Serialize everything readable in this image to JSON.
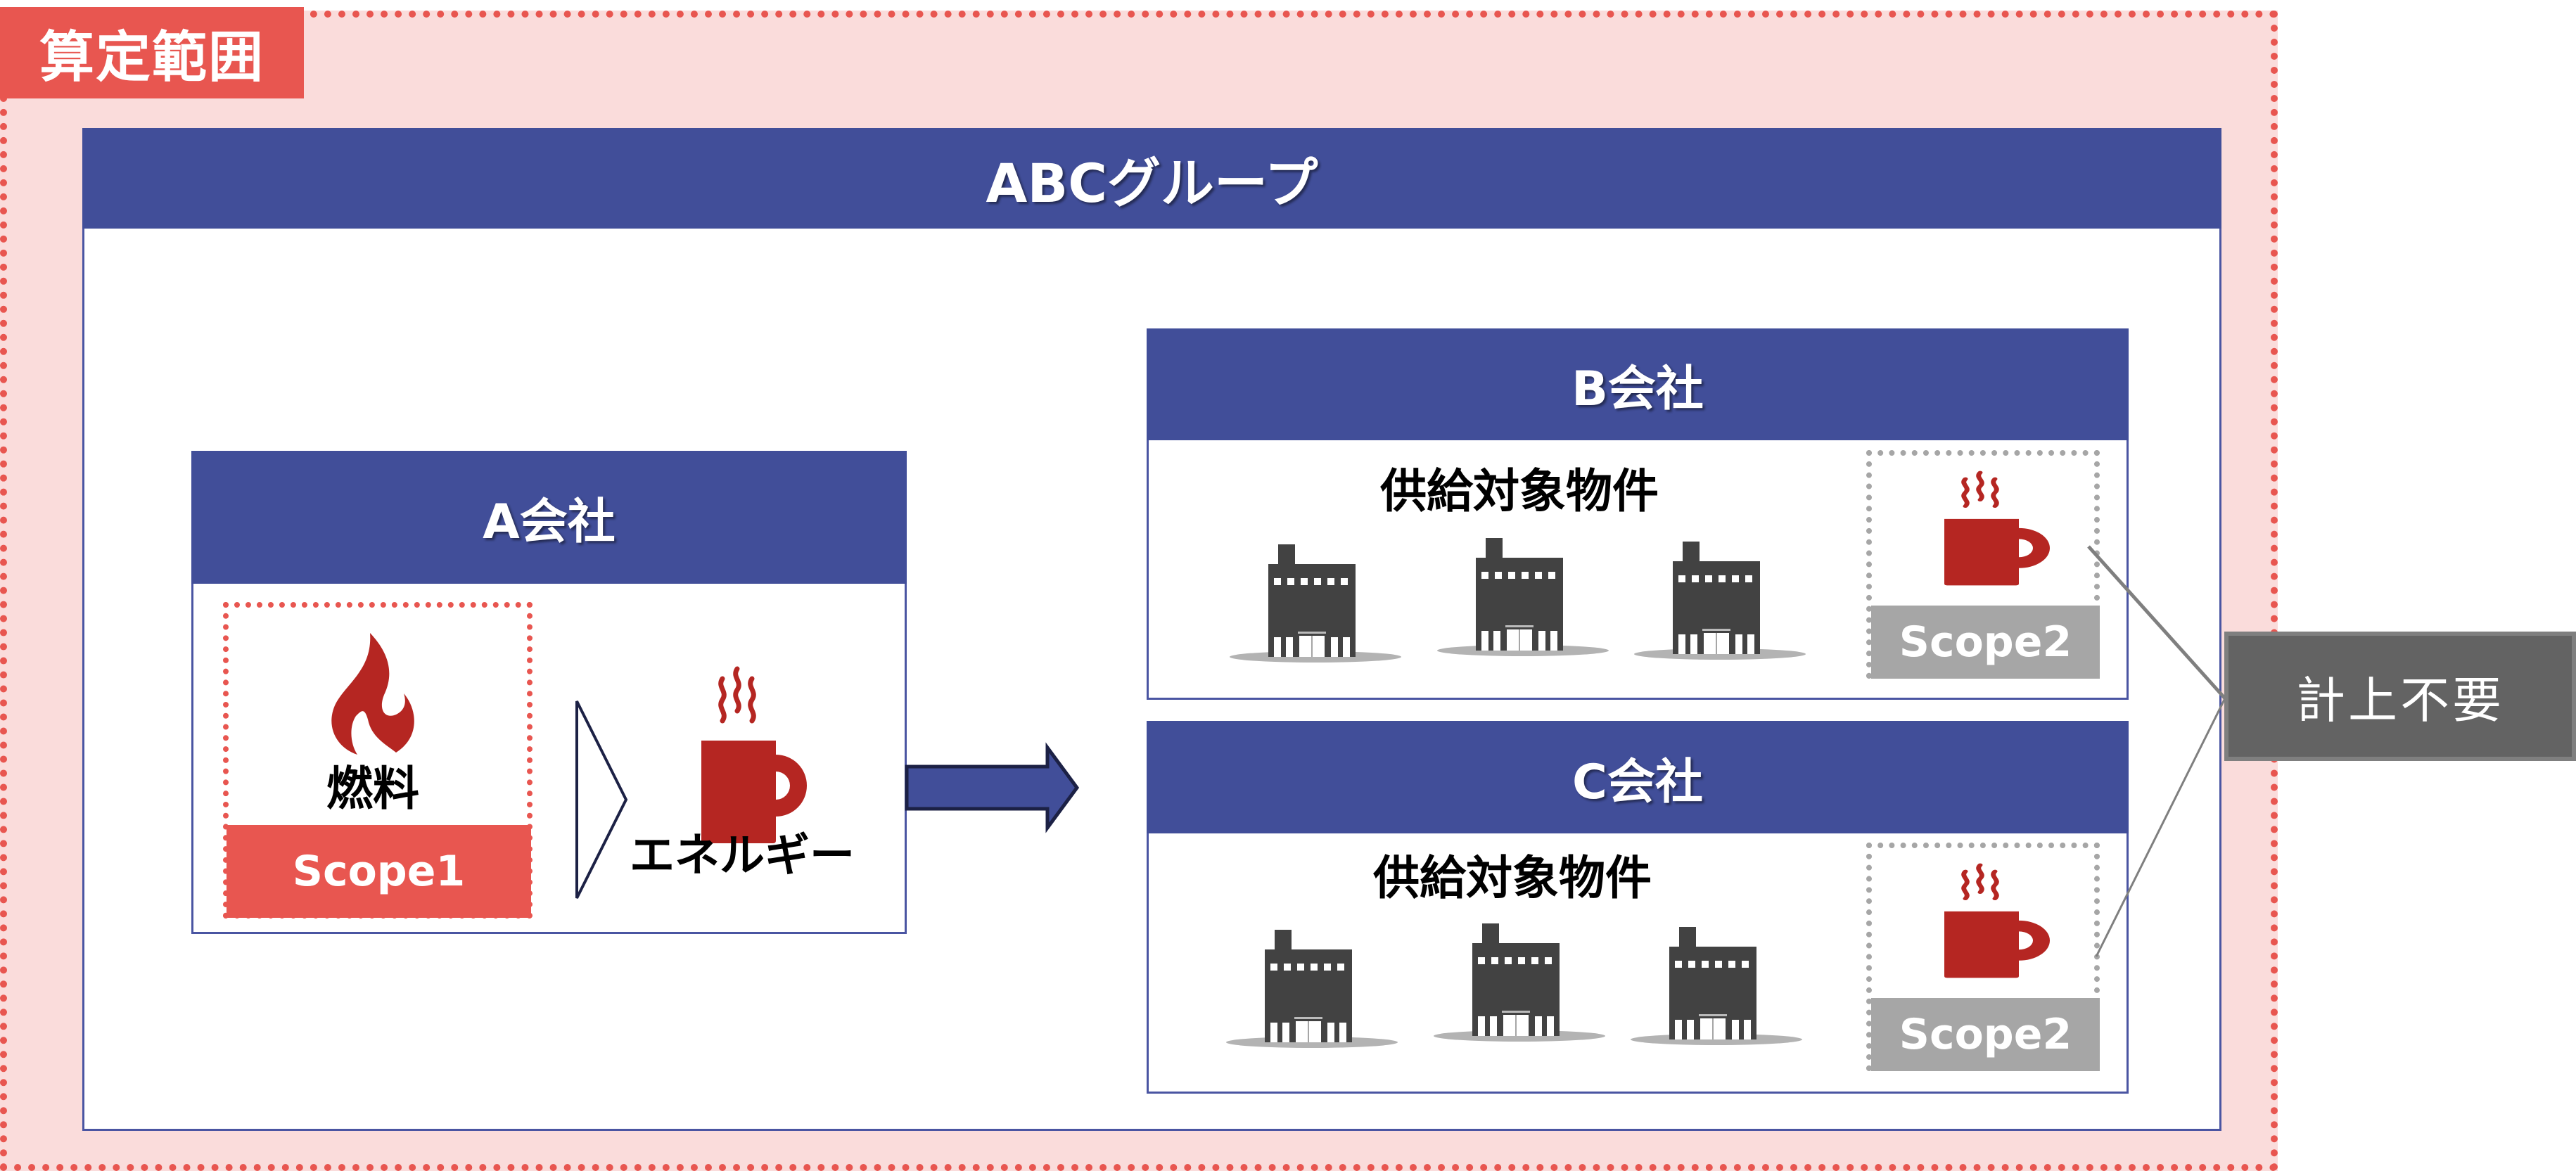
{
  "scope_area": {
    "label": "算定範囲"
  },
  "group": {
    "title": "ABCグループ"
  },
  "company_a": {
    "title": "A会社",
    "fuel": {
      "icon": "fire-icon",
      "label": "燃料",
      "scope_label": "Scope1"
    },
    "energy": {
      "icon": "hot-mug-icon",
      "label": "エネルギー"
    }
  },
  "company_b": {
    "title": "B会社",
    "properties_label": "供給対象物件",
    "buildings": [
      "building-icon",
      "building-icon",
      "building-icon"
    ],
    "energy": {
      "icon": "hot-mug-icon",
      "scope_label": "Scope2"
    }
  },
  "company_c": {
    "title": "C会社",
    "properties_label": "供給対象物件",
    "buildings": [
      "building-icon",
      "building-icon",
      "building-icon"
    ],
    "energy": {
      "icon": "hot-mug-icon",
      "scope_label": "Scope2"
    }
  },
  "callout": {
    "label": "計上不要"
  },
  "colors": {
    "header_blue": "#414e99",
    "scope_red": "#e85650",
    "scope_bg": "#fadcdb",
    "icon_red": "#b52622",
    "building_gray": "#424242",
    "scope2_gray": "#a6a6a6",
    "callout_gray": "#636363"
  }
}
